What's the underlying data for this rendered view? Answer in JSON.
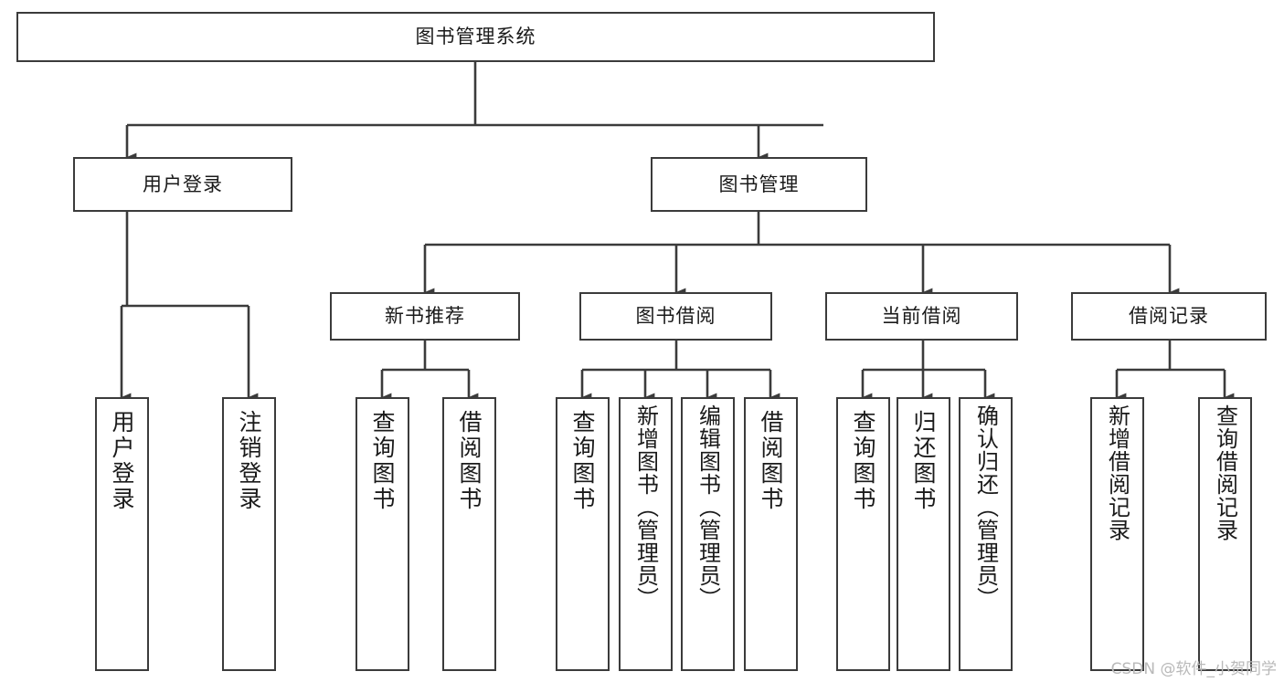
{
  "diagram": {
    "type": "tree-hierarchy",
    "title": "图书管理系统",
    "watermark": "CSDN @软件_小贺同学",
    "style": {
      "background": "#ffffff",
      "box_border": "#3b3b3b",
      "box_fill": "#ffffff",
      "connector": "#3b3b3b",
      "text": "#1a1a1a",
      "watermark_color": "#b9b9b9"
    },
    "nodes": {
      "root": {
        "label": "图书管理系统",
        "level": 0
      },
      "user_login": {
        "label": "用户登录",
        "level": 1
      },
      "book_manage": {
        "label": "图书管理",
        "level": 1
      },
      "new_book_rec": {
        "label": "新书推荐",
        "level": 2
      },
      "book_borrow": {
        "label": "图书借阅",
        "level": 2
      },
      "current_borrow": {
        "label": "当前借阅",
        "level": 2
      },
      "borrow_record": {
        "label": "借阅记录",
        "level": 2
      },
      "leaf_user_login": {
        "label": "用户登录",
        "level": 3
      },
      "leaf_logout": {
        "label": "注销登录",
        "level": 3
      },
      "leaf_query_book_1": {
        "label": "查询图书",
        "level": 3
      },
      "leaf_borrow_book_1": {
        "label": "借阅图书",
        "level": 3
      },
      "leaf_query_book_2": {
        "label": "查询图书",
        "level": 3
      },
      "leaf_add_book": {
        "label": "新增图书（管理员）",
        "level": 3
      },
      "leaf_edit_book": {
        "label": "编辑图书（管理员）",
        "level": 3
      },
      "leaf_borrow_book_2": {
        "label": "借阅图书",
        "level": 3
      },
      "leaf_query_book_3": {
        "label": "查询图书",
        "level": 3
      },
      "leaf_return_book": {
        "label": "归还图书",
        "level": 3
      },
      "leaf_confirm_return": {
        "label": "确认归还（管理员）",
        "level": 3
      },
      "leaf_add_record": {
        "label": "新增借阅记录",
        "level": 3
      },
      "leaf_query_record": {
        "label": "查询借阅记录",
        "level": 3
      }
    },
    "edges": [
      {
        "from": "root",
        "to": "user_login"
      },
      {
        "from": "root",
        "to": "book_manage"
      },
      {
        "from": "book_manage",
        "to": "new_book_rec"
      },
      {
        "from": "book_manage",
        "to": "book_borrow"
      },
      {
        "from": "book_manage",
        "to": "current_borrow"
      },
      {
        "from": "book_manage",
        "to": "borrow_record"
      },
      {
        "from": "user_login",
        "to": "leaf_user_login"
      },
      {
        "from": "user_login",
        "to": "leaf_logout"
      },
      {
        "from": "new_book_rec",
        "to": "leaf_query_book_1"
      },
      {
        "from": "new_book_rec",
        "to": "leaf_borrow_book_1"
      },
      {
        "from": "book_borrow",
        "to": "leaf_query_book_2"
      },
      {
        "from": "book_borrow",
        "to": "leaf_add_book"
      },
      {
        "from": "book_borrow",
        "to": "leaf_edit_book"
      },
      {
        "from": "book_borrow",
        "to": "leaf_borrow_book_2"
      },
      {
        "from": "current_borrow",
        "to": "leaf_query_book_3"
      },
      {
        "from": "current_borrow",
        "to": "leaf_return_book"
      },
      {
        "from": "current_borrow",
        "to": "leaf_confirm_return"
      },
      {
        "from": "borrow_record",
        "to": "leaf_add_record"
      },
      {
        "from": "borrow_record",
        "to": "leaf_query_record"
      }
    ]
  }
}
